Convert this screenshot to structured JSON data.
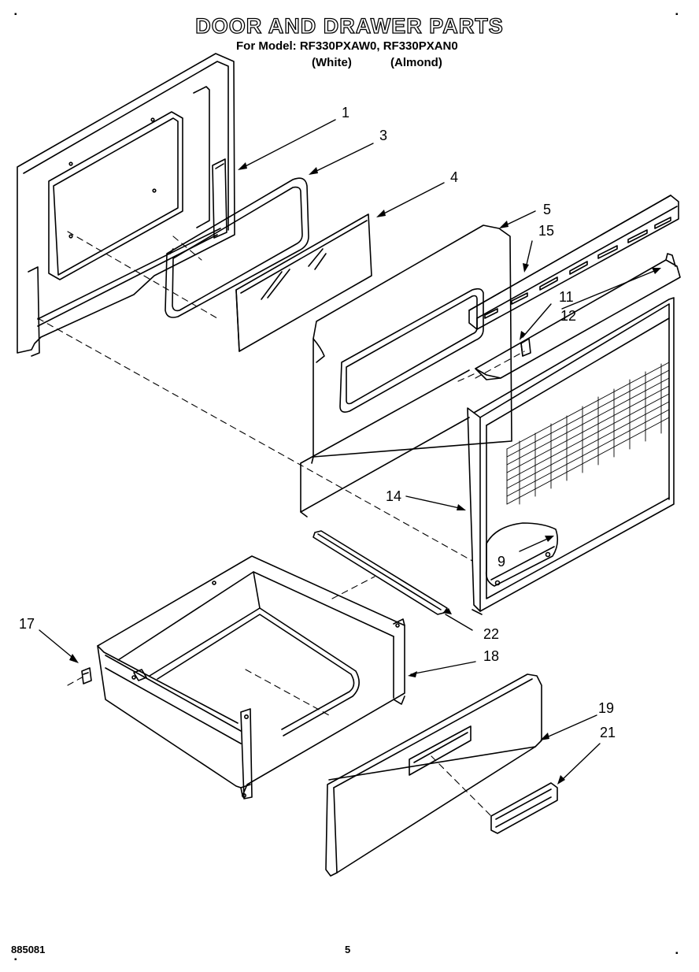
{
  "header": {
    "title": "DOOR AND DRAWER PARTS",
    "model_line": "For Model: RF330PXAW0, RF330PXAN0",
    "variant_white": "(White)",
    "variant_almond": "(Almond)"
  },
  "callouts": {
    "p1": "1",
    "p3": "3",
    "p4": "4",
    "p5": "5",
    "p15": "15",
    "p11": "11",
    "p12": "12",
    "p14": "14",
    "p9": "9",
    "p22": "22",
    "p17": "17",
    "p18": "18",
    "p19": "19",
    "p21": "21"
  },
  "footer": {
    "doc_id": "885081",
    "page": "5"
  },
  "marks": {
    "tick": "▪"
  }
}
